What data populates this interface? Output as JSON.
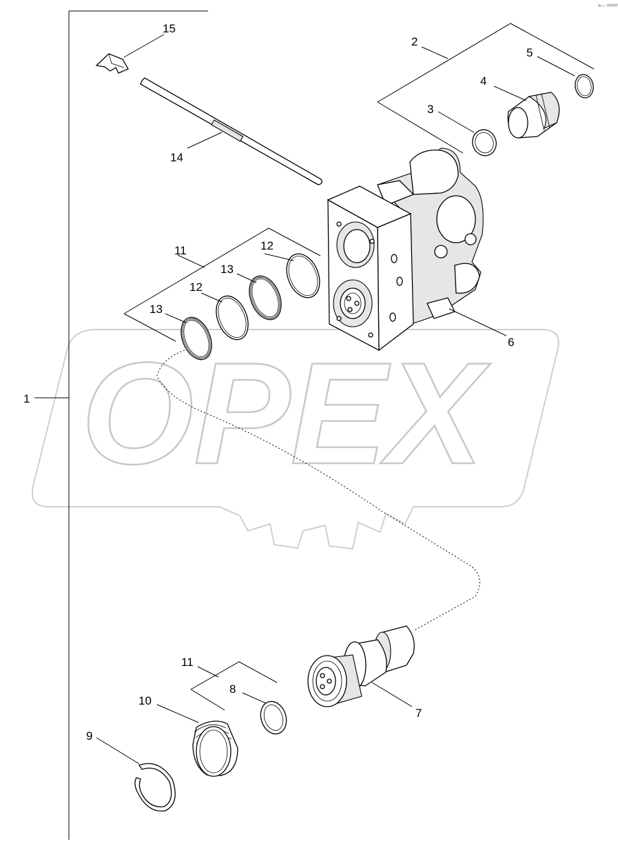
{
  "watermark": {
    "text": "OPEX"
  },
  "corner_code": "a— ####",
  "callouts": {
    "c1": "1",
    "c2": "2",
    "c3": "3",
    "c4": "4",
    "c5": "5",
    "c6": "6",
    "c7": "7",
    "c8": "8",
    "c9": "9",
    "c10": "10",
    "c11a": "11",
    "c11b": "11",
    "c12a": "12",
    "c12b": "12",
    "c13a": "13",
    "c13b": "13",
    "c14": "14",
    "c15": "15"
  }
}
